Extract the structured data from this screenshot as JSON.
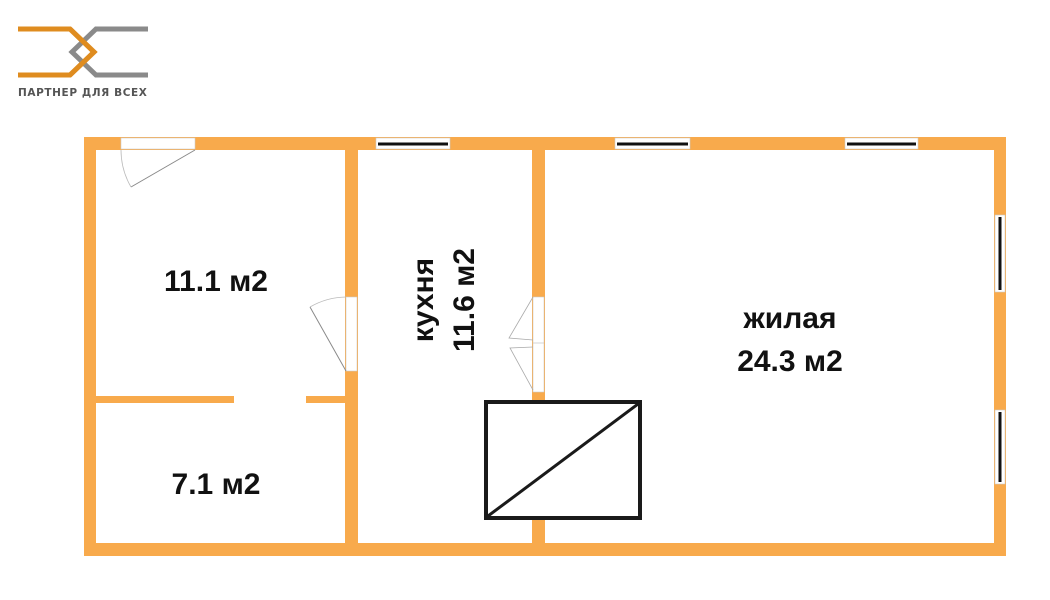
{
  "logo": {
    "text": "ПАРТНЕР ДЛЯ ВСЕХ",
    "colors": {
      "orange": "#df8c1f",
      "gray": "#8a8a8a"
    }
  },
  "plan": {
    "wall_color": "#f8aa4c",
    "rooms": [
      {
        "name": "room-1",
        "area": "11.1 м2"
      },
      {
        "name": "room-2",
        "area": "7.1 м2"
      },
      {
        "name": "kitchen",
        "title": "кухня",
        "area": "11.6 м2"
      },
      {
        "name": "living",
        "title": "жилая",
        "area": "24.3 м2"
      }
    ]
  }
}
